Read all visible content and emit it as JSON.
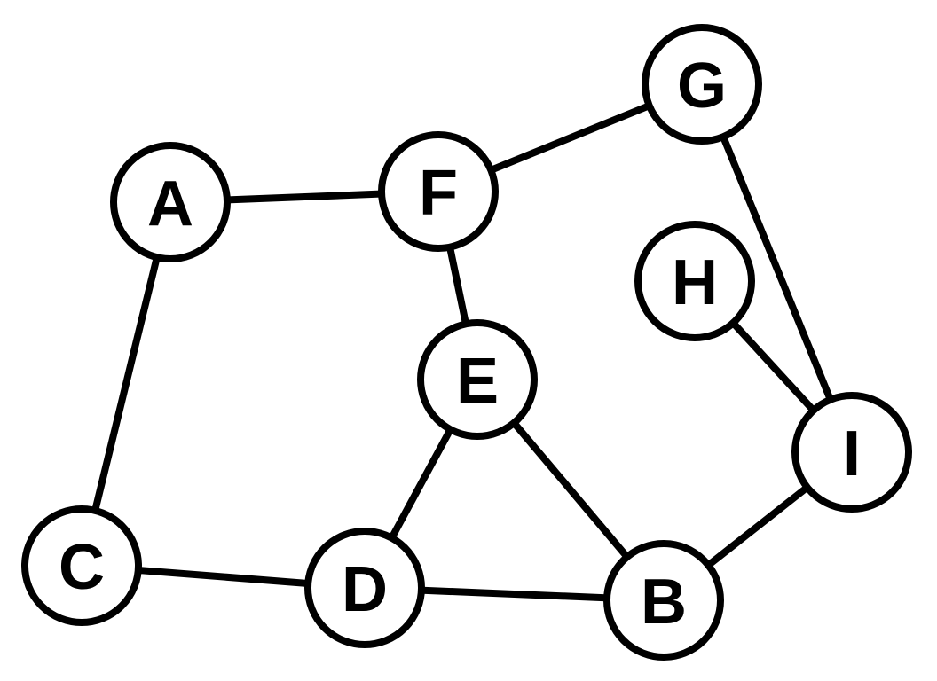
{
  "graph": {
    "nodes": [
      {
        "id": "A",
        "label": "A"
      },
      {
        "id": "B",
        "label": "B"
      },
      {
        "id": "C",
        "label": "C"
      },
      {
        "id": "D",
        "label": "D"
      },
      {
        "id": "E",
        "label": "E"
      },
      {
        "id": "F",
        "label": "F"
      },
      {
        "id": "G",
        "label": "G"
      },
      {
        "id": "H",
        "label": "H"
      },
      {
        "id": "I",
        "label": "I"
      }
    ],
    "edges": [
      [
        "A",
        "F"
      ],
      [
        "A",
        "C"
      ],
      [
        "F",
        "G"
      ],
      [
        "F",
        "E"
      ],
      [
        "G",
        "I"
      ],
      [
        "H",
        "I"
      ],
      [
        "E",
        "D"
      ],
      [
        "E",
        "B"
      ],
      [
        "C",
        "D"
      ],
      [
        "D",
        "B"
      ],
      [
        "B",
        "I"
      ]
    ],
    "colors": {
      "stroke": "#000000",
      "node_fill": "#ffffff",
      "background": "#ffffff"
    }
  }
}
